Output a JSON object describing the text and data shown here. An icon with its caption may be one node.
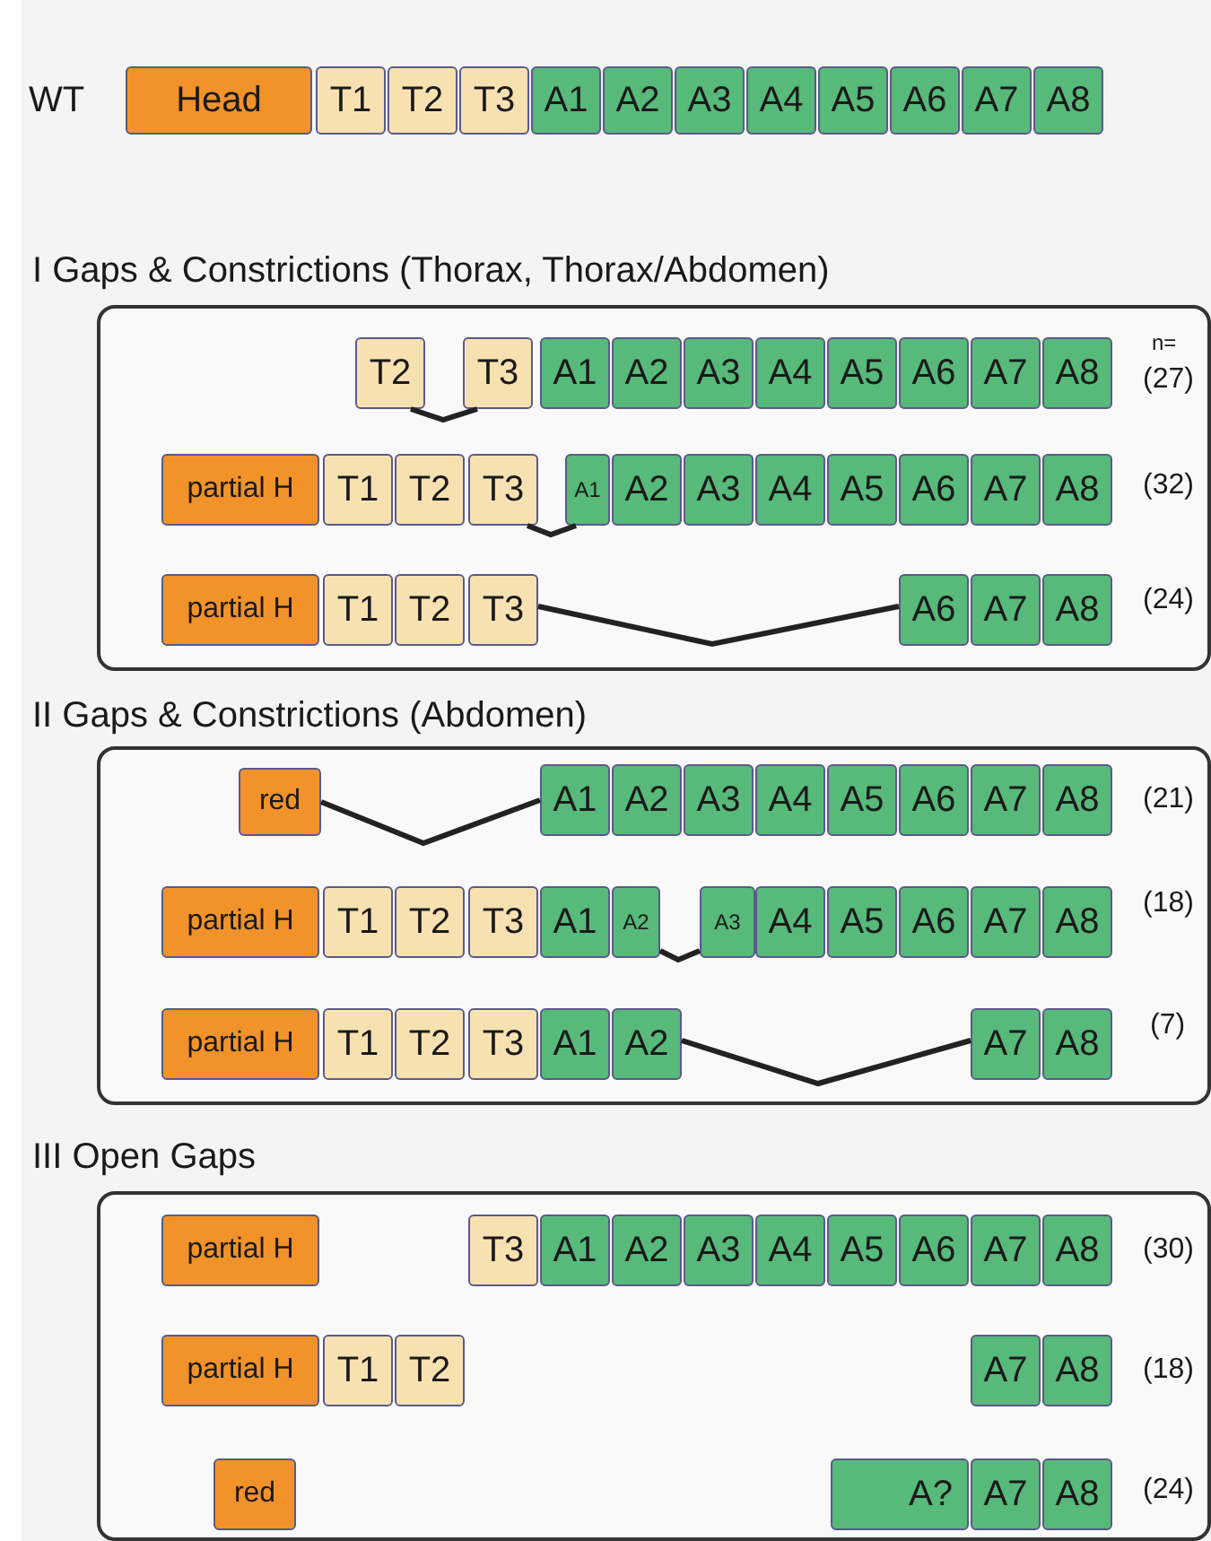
{
  "diagram": {
    "nodes": [
      {
        "text": [
          "Head"
        ]
      },
      {
        "text": [
          "T1"
        ]
      },
      {
        "text": [
          "T2"
        ]
      },
      {
        "text": [
          "T3"
        ]
      },
      {
        "text": [
          "A1"
        ]
      },
      {
        "text": [
          "A2"
        ]
      },
      {
        "text": [
          "A3"
        ]
      },
      {
        "text": [
          "A4"
        ]
      },
      {
        "text": [
          "A5"
        ]
      },
      {
        "text": [
          "A6"
        ]
      },
      {
        "text": [
          "A7"
        ]
      },
      {
        "text": [
          "A8"
        ]
      },
      {
        "text": [
          "I Gaps & Constrictions (Thorax, Thorax/Abdomen)"
        ]
      },
      {
        "text": [
          "T2"
        ],
        "in": 12
      },
      {
        "text": [
          "T3"
        ],
        "in": 12
      },
      {
        "text": [
          "A1"
        ],
        "in": 12
      },
      {
        "text": [
          "A2"
        ],
        "in": 12
      },
      {
        "text": [
          "A3"
        ],
        "in": 12
      },
      {
        "text": [
          "A4"
        ],
        "in": 12
      },
      {
        "text": [
          "A5"
        ],
        "in": 12
      },
      {
        "text": [
          "A6"
        ],
        "in": 12
      },
      {
        "text": [
          "A7"
        ],
        "in": 12
      },
      {
        "text": [
          "A8"
        ],
        "in": 12
      },
      {
        "text": [
          "partial H"
        ],
        "in": 12
      },
      {
        "text": [
          "T1"
        ],
        "in": 12
      },
      {
        "text": [
          "T2"
        ],
        "in": 12
      },
      {
        "text": [
          "T3"
        ],
        "in": 12
      },
      {
        "text": [
          "A1"
        ],
        "in": 12
      },
      {
        "text": [
          "A2"
        ],
        "in": 12
      },
      {
        "text": [
          "A3"
        ],
        "in": 12
      },
      {
        "text": [
          "A4"
        ],
        "in": 12
      },
      {
        "text": [
          "A5"
        ],
        "in": 12
      },
      {
        "text": [
          "A6"
        ],
        "in": 12
      },
      {
        "text": [
          "A7"
        ],
        "in": 12
      },
      {
        "text": [
          "A8"
        ],
        "in": 12
      },
      {
        "text": [
          "partial H"
        ],
        "in": 12
      },
      {
        "text": [
          "T1"
        ],
        "in": 12
      },
      {
        "text": [
          "T2"
        ],
        "in": 12
      },
      {
        "text": [
          "T3"
        ],
        "in": 12
      },
      {
        "text": [
          "A6"
        ],
        "in": 12
      },
      {
        "text": [
          "A7"
        ],
        "in": 12
      },
      {
        "text": [
          "A8"
        ],
        "in": 12
      },
      {
        "text": [
          "II Gaps & Constrictions (Abdomen)"
        ]
      },
      {
        "text": [
          "red"
        ],
        "in": 42
      },
      {
        "text": [
          "A1"
        ],
        "in": 42
      },
      {
        "text": [
          "A2"
        ],
        "in": 42
      },
      {
        "text": [
          "A3"
        ],
        "in": 42
      },
      {
        "text": [
          "A4"
        ],
        "in": 42
      },
      {
        "text": [
          "A5"
        ],
        "in": 42
      },
      {
        "text": [
          "A6"
        ],
        "in": 42
      },
      {
        "text": [
          "A7"
        ],
        "in": 42
      },
      {
        "text": [
          "A8"
        ],
        "in": 42
      },
      {
        "text": [
          "partial H"
        ],
        "in": 42
      },
      {
        "text": [
          "T1"
        ],
        "in": 42
      },
      {
        "text": [
          "T2"
        ],
        "in": 42
      },
      {
        "text": [
          "T3"
        ],
        "in": 42
      },
      {
        "text": [
          "A1"
        ],
        "in": 42
      },
      {
        "text": [
          "A2"
        ],
        "in": 42
      },
      {
        "text": [
          "A3"
        ],
        "in": 42
      },
      {
        "text": [
          "A4"
        ],
        "in": 42
      },
      {
        "text": [
          "A5"
        ],
        "in": 42
      },
      {
        "text": [
          "A6"
        ],
        "in": 42
      },
      {
        "text": [
          "A7"
        ],
        "in": 42
      },
      {
        "text": [
          "A8"
        ],
        "in": 42
      },
      {
        "text": [
          "partial H"
        ],
        "in": 42
      },
      {
        "text": [
          "T1"
        ],
        "in": 42
      },
      {
        "text": [
          "T2"
        ],
        "in": 42
      },
      {
        "text": [
          "T3"
        ],
        "in": 42
      },
      {
        "text": [
          "A1"
        ],
        "in": 42
      },
      {
        "text": [
          "A2"
        ],
        "in": 42
      },
      {
        "text": [
          "A7"
        ],
        "in": 42
      },
      {
        "text": [
          "A8"
        ],
        "in": 42
      },
      {
        "text": [
          "III Open Gaps"
        ]
      },
      {
        "text": [
          "partial H"
        ],
        "in": 72
      },
      {
        "text": [
          "T3"
        ],
        "in": 72
      },
      {
        "text": [
          "A1"
        ],
        "in": 72
      },
      {
        "text": [
          "A2"
        ],
        "in": 72
      },
      {
        "text": [
          "A3"
        ],
        "in": 72
      },
      {
        "text": [
          "A4"
        ],
        "in": 72
      },
      {
        "text": [
          "A5"
        ],
        "in": 72
      },
      {
        "text": [
          "A6"
        ],
        "in": 72
      },
      {
        "text": [
          "A7"
        ],
        "in": 72
      },
      {
        "text": [
          "A8"
        ],
        "in": 72
      },
      {
        "text": [
          "partial H"
        ],
        "in": 72
      },
      {
        "text": [
          "T1"
        ],
        "in": 72
      },
      {
        "text": [
          "T2"
        ],
        "in": 72
      },
      {
        "text": [
          "A7"
        ],
        "in": 72
      },
      {
        "text": [
          "A8"
        ],
        "in": 72
      },
      {
        "text": [
          "red"
        ],
        "in": 72
      },
      {
        "text": [
          "A?"
        ],
        "in": 72
      },
      {
        "text": [
          "A7"
        ],
        "in": 72
      },
      {
        "text": [
          "A8"
        ],
        "in": 72
      }
    ],
    "edges": [
      {
        "from": 13,
        "to": 14,
        "arrow": "none"
      },
      {
        "from": 26,
        "to": 27,
        "arrow": "none"
      },
      {
        "from": 38,
        "to": 39,
        "arrow": "none"
      },
      {
        "from": 43,
        "to": 44,
        "arrow": "none"
      },
      {
        "from": 57,
        "to": 58,
        "arrow": "none"
      },
      {
        "from": 69,
        "to": 70,
        "arrow": "none"
      }
    ],
    "labels": [
      "WT",
      "n=",
      "(27)",
      "(32)",
      "(24)",
      "(21)",
      "(18)",
      "(7)",
      "(30)",
      "(18)",
      "(24)"
    ]
  }
}
